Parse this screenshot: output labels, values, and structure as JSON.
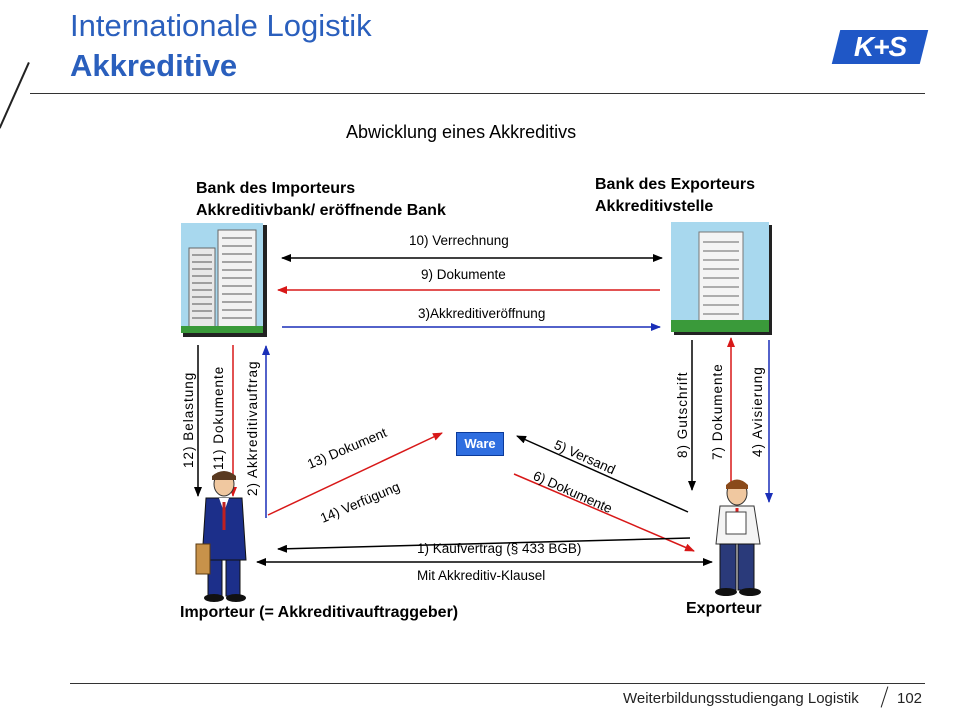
{
  "header": {
    "title_line1": "Internationale Logistik",
    "title_line2": "Akkreditive",
    "logo_text": "K+S"
  },
  "diagram": {
    "subtitle": "Abwicklung eines Akkreditivs",
    "importer_bank": {
      "line1": "Bank des Importeurs",
      "line2": "Akkreditivbank/ eröffnende Bank"
    },
    "exporter_bank": {
      "line1": "Bank des Exporteurs",
      "line2": "Akkreditivstelle"
    },
    "importer_label": "Importeur (= Akkreditivauftraggeber)",
    "exporter_label": "Exporteur",
    "ware_label": "Ware",
    "steps": {
      "s10": "10) Verrechnung",
      "s9": "9) Dokumente",
      "s3": "3)Akkreditiveröffnung",
      "s12": "12) Belastung",
      "s11": "11) Dokumente",
      "s2": "2) Akkreditivauftrag",
      "s8": "8) Gutschrift",
      "s7": "7) Dokumente",
      "s4": "4) Avisierung",
      "s13": "13) Dokument",
      "s14": "14) Verfügung",
      "s5": "5) Versand",
      "s6": "6) Dokumente",
      "s1": "1) Kaufvertrag (§ 433 BGB)",
      "s1b": "Mit Akkreditiv-Klausel"
    },
    "colors": {
      "black": "#000000",
      "red": "#d81818",
      "blue": "#1a2fb8"
    }
  },
  "footer": {
    "text": "Weiterbildungsstudiengang Logistik",
    "page": "102"
  }
}
